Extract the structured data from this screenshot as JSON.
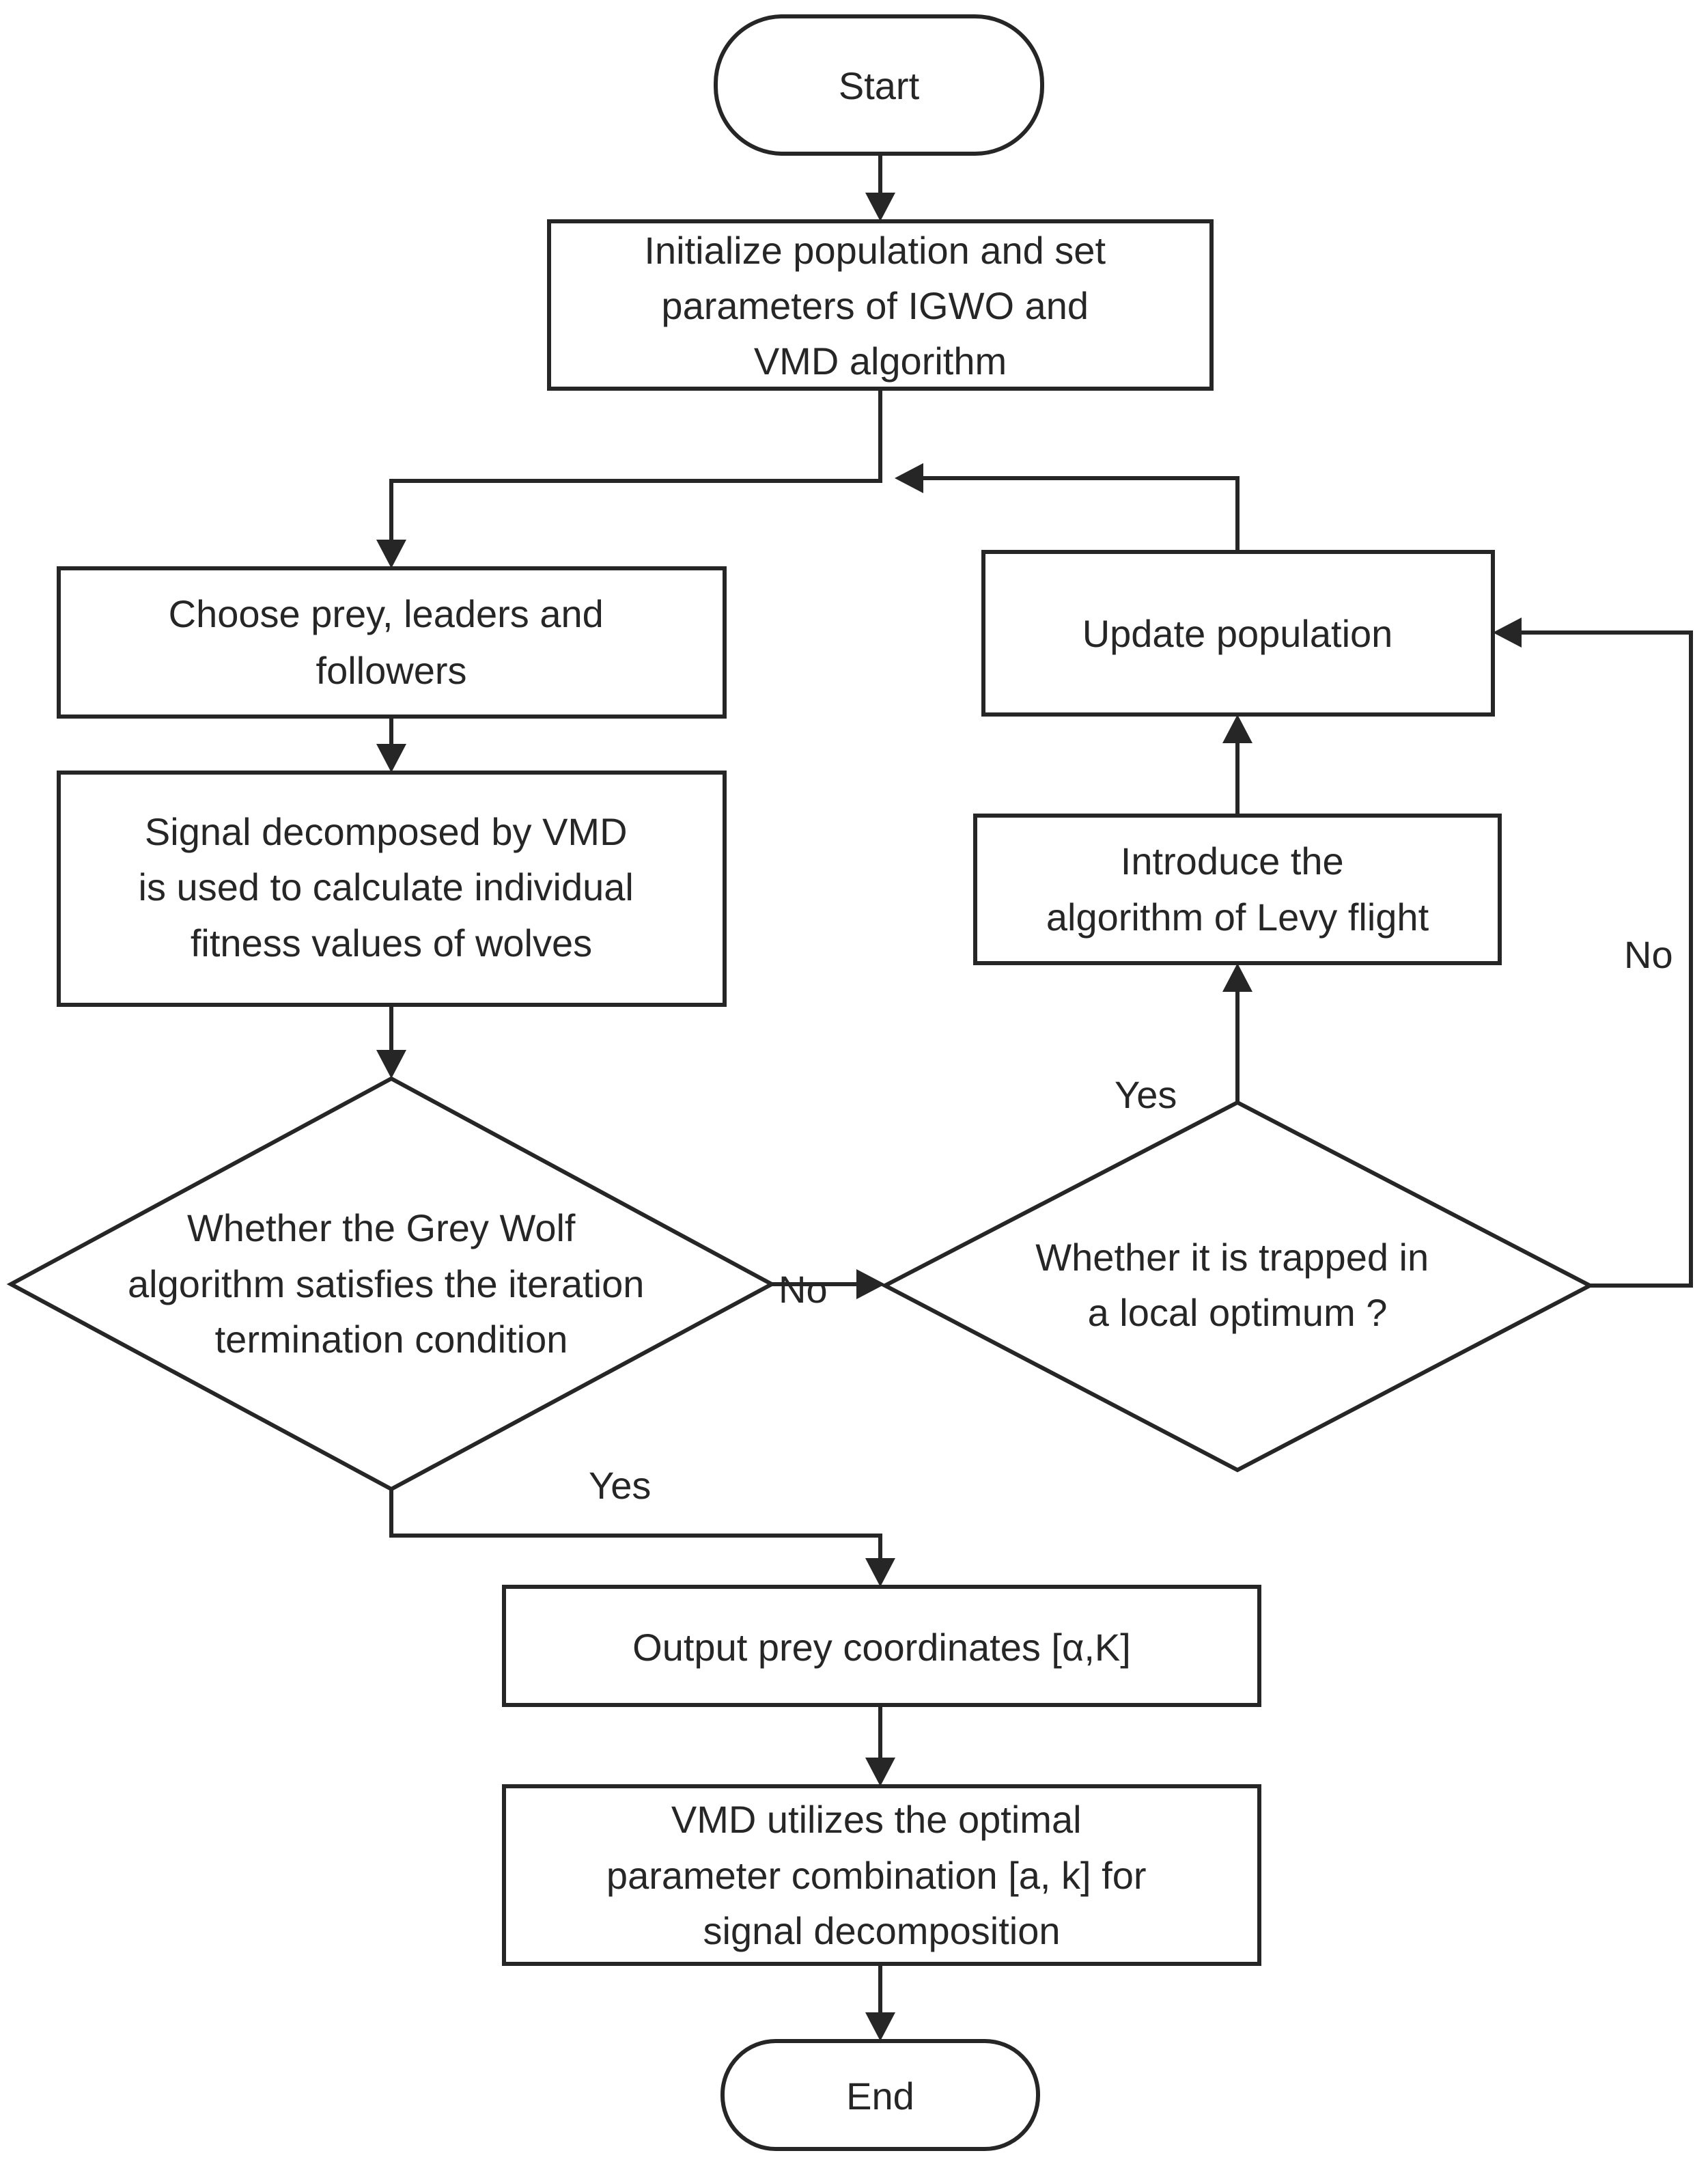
{
  "nodes": {
    "start": {
      "lines": [
        "Start"
      ]
    },
    "init": {
      "lines": [
        "Initialize population and set",
        "parameters of IGWO and",
        "VMD algorithm"
      ]
    },
    "choose": {
      "lines": [
        "Choose prey, leaders and",
        "followers"
      ]
    },
    "fitness": {
      "lines": [
        "Signal decomposed by VMD",
        "is used to calculate individual",
        "fitness values of wolves"
      ]
    },
    "termination": {
      "lines": [
        "Whether the Grey Wolf",
        "algorithm satisfies the iteration",
        "termination condition"
      ]
    },
    "output": {
      "lines": [
        "Output prey coordinates [α,K]"
      ]
    },
    "decompose": {
      "lines": [
        "VMD utilizes the optimal",
        "parameter combination [a, k] for",
        "signal decomposition"
      ]
    },
    "end": {
      "lines": [
        "End"
      ]
    },
    "trapped": {
      "lines": [
        "Whether it is trapped in",
        "a local optimum ?"
      ]
    },
    "levy": {
      "lines": [
        "Introduce the",
        "algorithm of Levy flight"
      ]
    },
    "update": {
      "lines": [
        "Update population"
      ]
    }
  },
  "edge_labels": {
    "termination_no": "No",
    "termination_yes": "Yes",
    "trapped_yes": "Yes",
    "trapped_no": "No"
  },
  "colors": {
    "stroke": "#262626",
    "background": "#ffffff"
  }
}
